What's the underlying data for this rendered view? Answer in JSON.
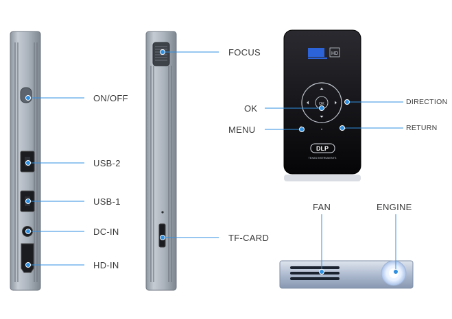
{
  "labels": {
    "on_off": "ON/OFF",
    "usb2": "USB-2",
    "usb1": "USB-1",
    "dc_in": "DC-IN",
    "hd_in": "HD-IN",
    "focus": "FOCUS",
    "tf_card": "TF-CARD",
    "ok": "OK",
    "menu": "MENU",
    "direction": "DIRECTION",
    "return": "RETURN",
    "fan": "FAN",
    "engine": "ENGINE"
  },
  "device_markings": {
    "logo_hd": "HD",
    "dlp": "DLP",
    "texas": "TEXAS INSTRUMENTS",
    "ok_key": "OK"
  },
  "colors": {
    "callout_line": "#2f8fe0",
    "dot": "#2f8fe0",
    "device_silver": "#a9b1bb",
    "device_black": "#0f0f12"
  }
}
